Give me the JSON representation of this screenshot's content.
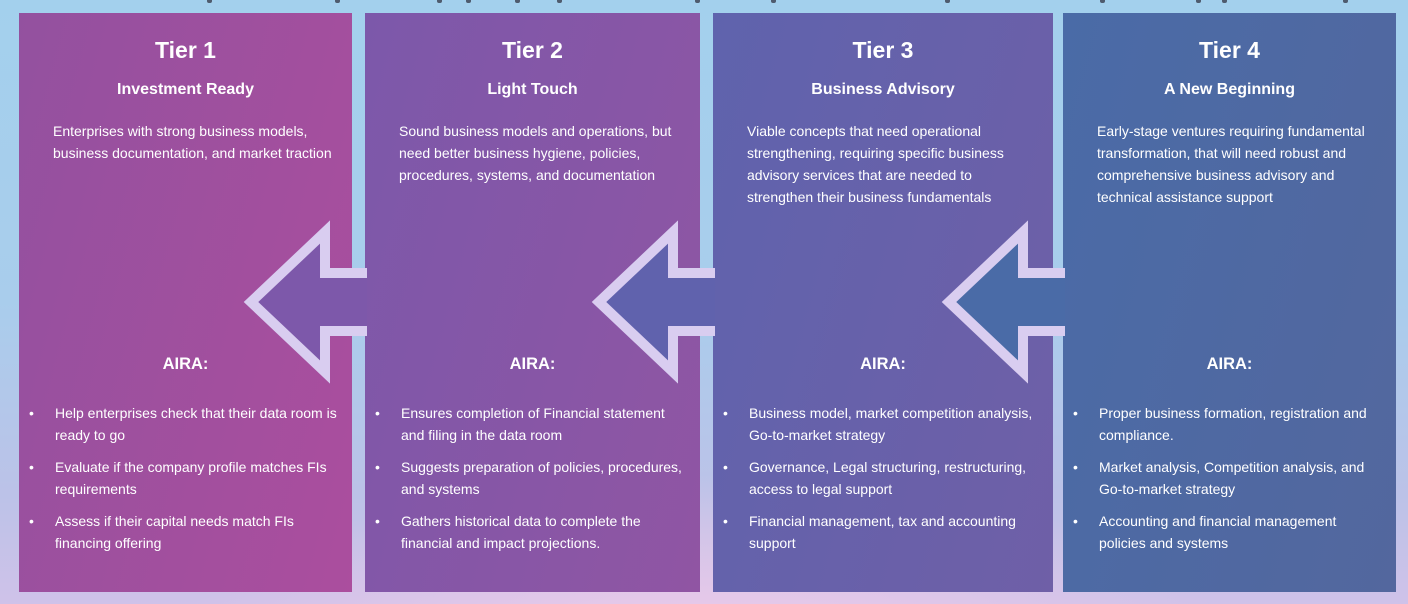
{
  "page": {
    "background_top_color": "#a3d0ed",
    "background_bottom_color": "#ecc9e9",
    "arrow_outline_color": "#d9cdf0"
  },
  "diagram": {
    "aira_label": "AIRA:",
    "tiers": [
      {
        "title": "Tier 1",
        "subtitle": "Investment Ready",
        "description": "Enterprises with strong business models, business documentation, and market traction",
        "color": "#9e50a0",
        "aira_points": [
          "Help enterprises check that their data room is ready to go",
          "Evaluate if the company profile matches FIs requirements",
          "Assess if their capital needs match FIs financing offering"
        ]
      },
      {
        "title": "Tier 2",
        "subtitle": "Light Touch",
        "description": "Sound business models and operations, but need better business hygiene, policies, procedures, systems, and documentation",
        "color": "#8656a7",
        "aira_points": [
          "Ensures completion of Financial statement and filing in the data room",
          "Suggests preparation of policies, procedures, and systems",
          "Gathers historical data to complete the financial and impact projections."
        ]
      },
      {
        "title": "Tier 3",
        "subtitle": "Business Advisory",
        "description": "Viable concepts that need operational strengthening, requiring specific business advisory services that are needed to strengthen their business fundamentals",
        "color": "#6661ab",
        "aira_points": [
          "Business model, market competition analysis, Go-to-market strategy",
          "Governance, Legal structuring, restructuring, access to legal support",
          "Financial management, tax and accounting support"
        ]
      },
      {
        "title": "Tier 4",
        "subtitle": "A New Beginning",
        "description": "Early-stage ventures requiring fundamental transformation, that will need robust and comprehensive business advisory and technical assistance support",
        "color": "#4d6aa4",
        "aira_points": [
          "Proper business formation, registration and compliance.",
          "Market analysis, Competition analysis, and Go-to-market strategy",
          "Accounting and financial management policies and systems"
        ]
      }
    ]
  }
}
